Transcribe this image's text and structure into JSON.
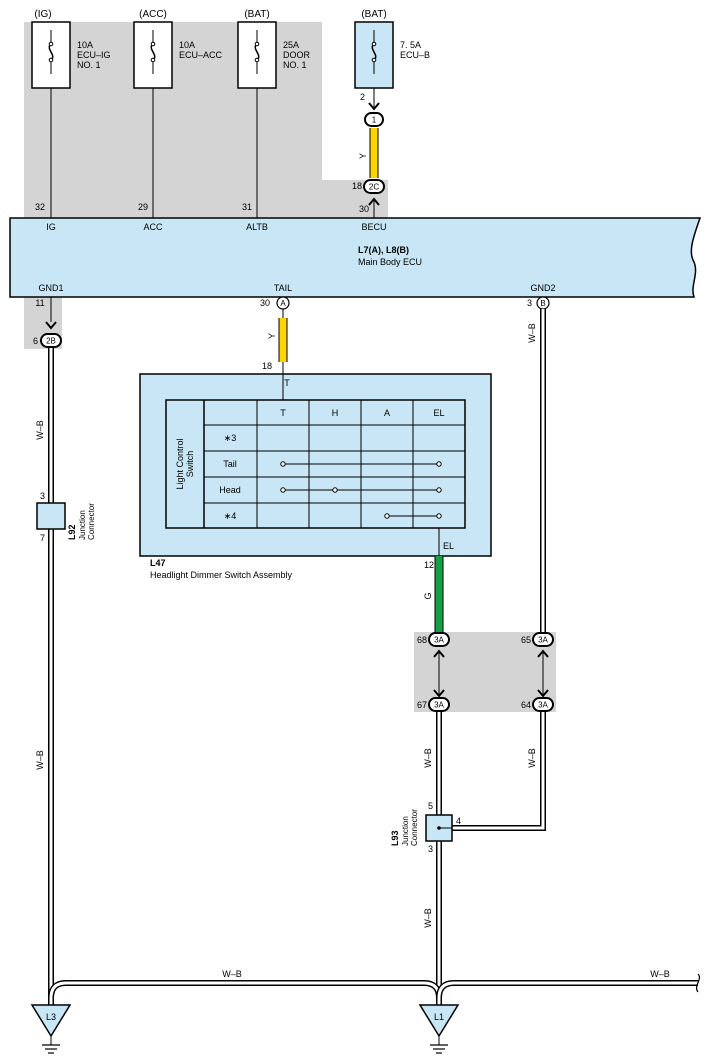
{
  "fuses": [
    {
      "id": "fuse-ecu-ig",
      "power": "(IG)",
      "lines": [
        "10A",
        "ECU–IG",
        "NO. 1"
      ]
    },
    {
      "id": "fuse-ecu-acc",
      "power": "(ACC)",
      "lines": [
        "10A",
        "ECU–ACC"
      ]
    },
    {
      "id": "fuse-door",
      "power": "(BAT)",
      "lines": [
        "25A",
        "DOOR",
        "NO. 1"
      ]
    },
    {
      "id": "fuse-ecu-b",
      "power": "(BAT)",
      "lines": [
        "7. 5A",
        "ECU–B"
      ]
    }
  ],
  "ecu": {
    "code": "L7(A), L8(B)",
    "name": "Main Body ECU",
    "top_pins": [
      {
        "num": "32",
        "label": "IG"
      },
      {
        "num": "29",
        "label": "ACC"
      },
      {
        "num": "31",
        "label": "ALTB"
      },
      {
        "num": "30",
        "label": "BECU"
      }
    ],
    "bottom_pins": [
      {
        "num": "11",
        "label": "GND1"
      },
      {
        "num": "30",
        "label": "TAIL",
        "conn": "A"
      },
      {
        "num": "3",
        "label": "GND2",
        "conn": "B"
      }
    ]
  },
  "connectors": {
    "c1": {
      "pin": "2",
      "label": "1"
    },
    "c2c": {
      "pin": "18",
      "label": "2C"
    },
    "c2b": {
      "pin": "6",
      "label": "2B"
    },
    "c3a": [
      {
        "pin": "68",
        "label": "3A"
      },
      {
        "pin": "65",
        "label": "3A"
      },
      {
        "pin": "67",
        "label": "3A"
      },
      {
        "pin": "64",
        "label": "3A"
      }
    ]
  },
  "wires": {
    "y": "Y",
    "wb": "W–B",
    "g": "G"
  },
  "switch": {
    "code": "L47",
    "name": "Headlight Dimmer Switch Assembly",
    "pin_top": "18",
    "pin_top_label": "T",
    "pin_bottom": "12",
    "pin_bottom_label": "EL",
    "table_title": [
      "Light Control",
      "Switch"
    ],
    "columns": [
      "T",
      "H",
      "A",
      "EL"
    ],
    "rows": [
      "∗3",
      "Tail",
      "Head",
      "∗4"
    ]
  },
  "junction_l92": {
    "code": "L92",
    "name": [
      "Junction",
      "Connector"
    ],
    "pin_top": "3",
    "pin_bottom": "7"
  },
  "junction_l93": {
    "code": "L93",
    "name": [
      "Junction",
      "Connector"
    ],
    "pin_top": "5",
    "pin_bottom": "3",
    "pin_side": "4"
  },
  "grounds": [
    {
      "label": "L3"
    },
    {
      "label": "L1"
    }
  ]
}
